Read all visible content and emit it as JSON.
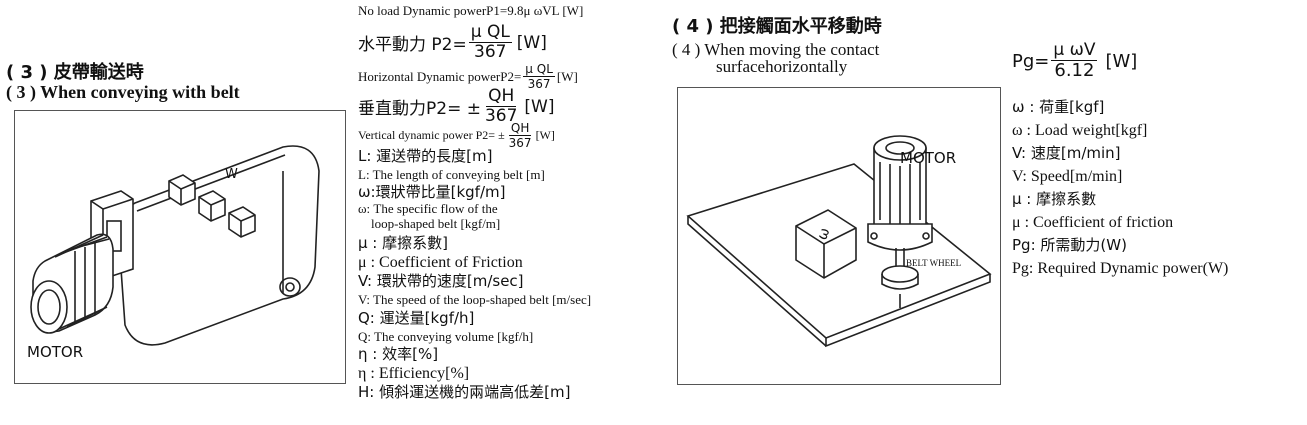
{
  "section3": {
    "heading_zh": "( 3 ) 皮帶輸送時",
    "heading_en": "( 3 ) When conveying with belt",
    "image_label_motor": "MOTOR",
    "image_label_w": "W"
  },
  "formulas3": {
    "top_line": "No load Dynamic powerP1=9.8μ ωVL [W]",
    "horizontal_zh_label": "水平動力  P2=",
    "horizontal_num": "μ QL",
    "horizontal_den": "367",
    "horizontal_unit": "[W]",
    "horizontal_en_label": "Horizontal Dynamic powerP2=",
    "horizontal_en_num": "μ QL",
    "horizontal_en_den": "367",
    "horizontal_en_unit": "[W]",
    "vertical_zh_label": "垂直動力P2= ±",
    "vertical_num": "QH",
    "vertical_den": "367",
    "vertical_unit": "[W]",
    "vertical_en_label": "Vertical dynamic power P2= ±",
    "vertical_en_num": "QH",
    "vertical_en_den": "367",
    "vertical_en_unit": "[W]"
  },
  "definitions3": [
    {
      "text": "L: 運送帶的長度[m]",
      "lang": "zh"
    },
    {
      "text": "L: The length of conveying belt [m]",
      "lang": "en"
    },
    {
      "text": "ω:環狀帶比量[kgf/m]",
      "lang": "zh"
    },
    {
      "text": "ω: The specific flow of the",
      "lang": "en"
    },
    {
      "text": "    loop-shaped belt [kgf/m]",
      "lang": "en"
    },
    {
      "text": "μ : 摩擦系數]",
      "lang": "zh"
    },
    {
      "text": "μ :  Coefficient of Friction",
      "lang": "en-l"
    },
    {
      "text": "V: 環狀帶的速度[m/sec]",
      "lang": "zh"
    },
    {
      "text": "V: The speed of the loop-shaped belt [m/sec]",
      "lang": "en"
    },
    {
      "text": "Q: 運送量[kgf/h]",
      "lang": "zh"
    },
    {
      "text": "Q: The conveying volume [kgf/h]",
      "lang": "en"
    },
    {
      "text": "η : 效率[%]",
      "lang": "zh"
    },
    {
      "text": "η :  Efficiency[%]",
      "lang": "en-l"
    },
    {
      "text": "H: 傾斜運送機的兩端高低差[m]",
      "lang": "zh"
    }
  ],
  "section4": {
    "heading_zh": "( 4 ) 把接觸面水平移動時",
    "heading_en_1": "( 4 ) When moving the contact",
    "heading_en_2": "surfacehorizontally",
    "image_label_motor": "MOTOR",
    "image_label_belt_wheel": "BELT WHEEL",
    "image_label_w": "ω"
  },
  "formula4": {
    "label": "Pg=",
    "num": "μ  ωV",
    "den": "6.12",
    "unit": "[W]"
  },
  "definitions4": [
    {
      "text": "ω : 荷重[kgf]",
      "lang": "zh"
    },
    {
      "text": "ω :  Load weight[kgf]",
      "lang": "en-l"
    },
    {
      "text": "V: 速度[m/min]",
      "lang": "zh"
    },
    {
      "text": "V: Speed[m/min]",
      "lang": "en-l"
    },
    {
      "text": "μ : 摩擦系數",
      "lang": "zh"
    },
    {
      "text": "μ :  Coefficient of friction",
      "lang": "en-l"
    },
    {
      "text": "Pg: 所需動力(W)",
      "lang": "zh"
    },
    {
      "text": "Pg: Required Dynamic power(W)",
      "lang": "en-l"
    }
  ]
}
